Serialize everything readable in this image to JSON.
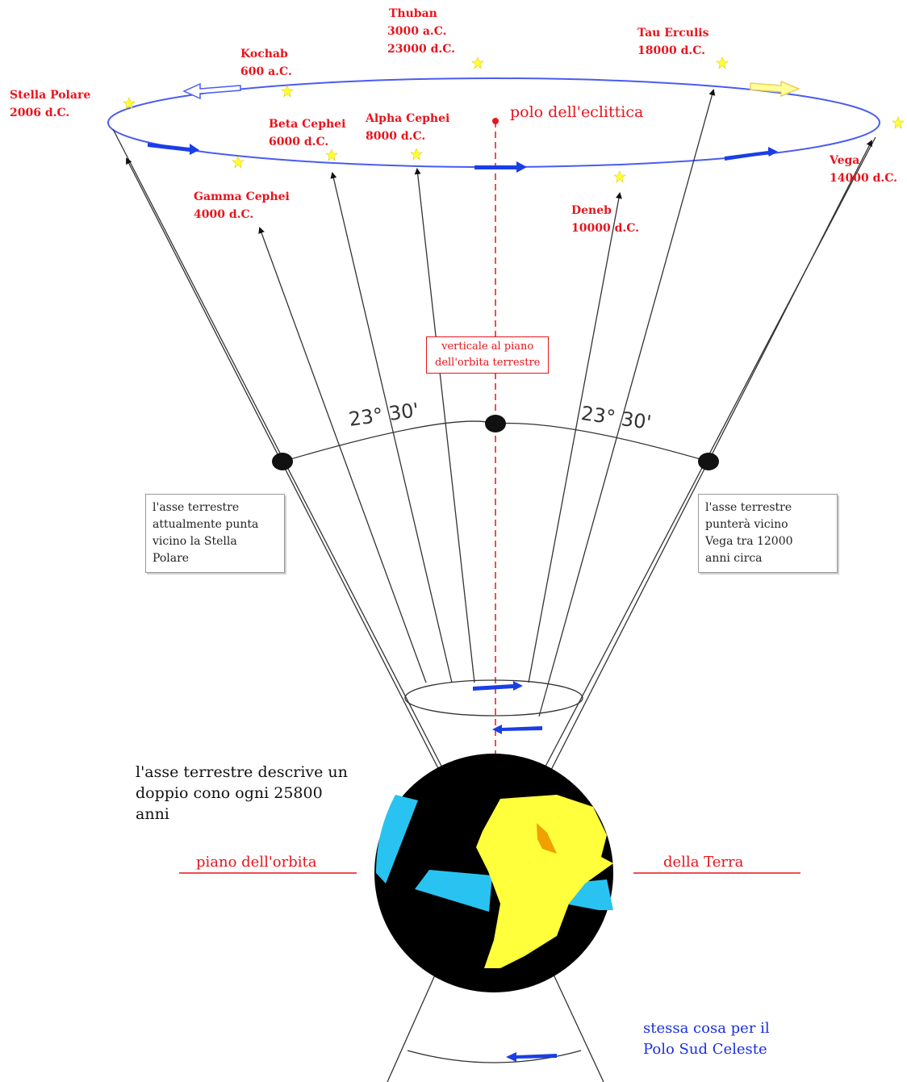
{
  "stars": [
    {
      "id": "thuban",
      "name": "Thuban",
      "dates": [
        "3000 a.C.",
        "23000 d.C."
      ]
    },
    {
      "id": "kochab",
      "name": "Kochab",
      "dates": [
        "600 a.C."
      ]
    },
    {
      "id": "tau-erculis",
      "name": "Tau Erculis",
      "dates": [
        "18000 d.C."
      ]
    },
    {
      "id": "stella-polare",
      "name": "Stella Polare",
      "dates": [
        "2006 d.C."
      ]
    },
    {
      "id": "beta-cephei",
      "name": "Beta Cephei",
      "dates": [
        "6000 d.C."
      ]
    },
    {
      "id": "alpha-cephei",
      "name": "Alpha Cephei",
      "dates": [
        "8000 d.C."
      ]
    },
    {
      "id": "gamma-cephei",
      "name": "Gamma Cephei",
      "dates": [
        "4000 d.C."
      ]
    },
    {
      "id": "deneb",
      "name": "Deneb",
      "dates": [
        "10000 d.C."
      ]
    },
    {
      "id": "vega",
      "name": "Vega",
      "dates": [
        "14000 d.C."
      ]
    }
  ],
  "ecliptic_pole_label": "polo dell'eclittica",
  "vertical_label": [
    "verticale al piano",
    "dell'orbita terrestre"
  ],
  "angle_left": "23° 30'",
  "angle_right": "23° 30'",
  "box_left": [
    "l'asse terrestre",
    "attualmente punta",
    "vicino la Stella",
    "Polare"
  ],
  "box_right": [
    "l'asse terrestre",
    "punterà vicino",
    "Vega tra 12000",
    "anni circa"
  ],
  "double_cone_text": [
    "l'asse terrestre descrive un",
    "doppio cono ogni 25800",
    "anni"
  ],
  "orbit_plane_left": "piano dell'orbita",
  "orbit_plane_right": "della Terra",
  "south_pole_text": [
    "stessa cosa per il",
    "Polo Sud Celeste"
  ],
  "colors": {
    "label_red": "#e8141c",
    "orbit_blue": "#4a5cf0",
    "arrow_blue": "#1a3ee6",
    "star_yellow": "#ffff33",
    "ocean": "#29c3f2",
    "land": "#ffff3c",
    "land_spot": "#f0a000"
  },
  "icons": [
    "star-icon",
    "direction-arrow-icon",
    "earth-globe-icon",
    "pole-dot-icon"
  ]
}
